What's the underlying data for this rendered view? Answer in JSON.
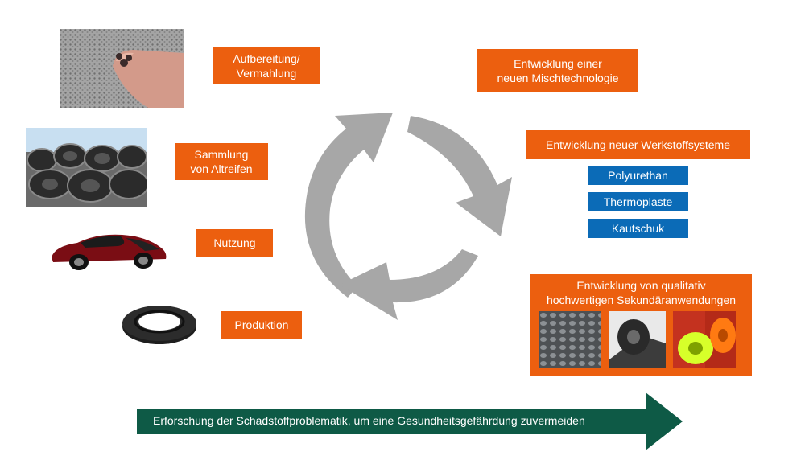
{
  "left_steps": {
    "aufbereitung": "Aufbereitung/\nVermahlung",
    "sammlung": "Sammlung\nvon Altreifen",
    "nutzung": "Nutzung",
    "produktion": "Produktion"
  },
  "right": {
    "mischtechnologie": "Entwicklung einer\nneuen Mischtechnologie",
    "werkstoffsysteme": "Entwicklung neuer Werkstoffsysteme",
    "materials": [
      "Polyurethan",
      "Thermoplaste",
      "Kautschuk"
    ],
    "sekundaer": "Entwicklung von qualitativ\nhochwertigen Sekundäranwendungen"
  },
  "bottom_arrow_text": "Erforschung der Schadstoffproblematik, um eine Gesundheitsgefährdung zuvermeiden",
  "colors": {
    "orange": "#ec5f0f",
    "blue": "#0b6bb7",
    "green": "#0e5a46",
    "arrow_gray": "#a7a7a7"
  }
}
